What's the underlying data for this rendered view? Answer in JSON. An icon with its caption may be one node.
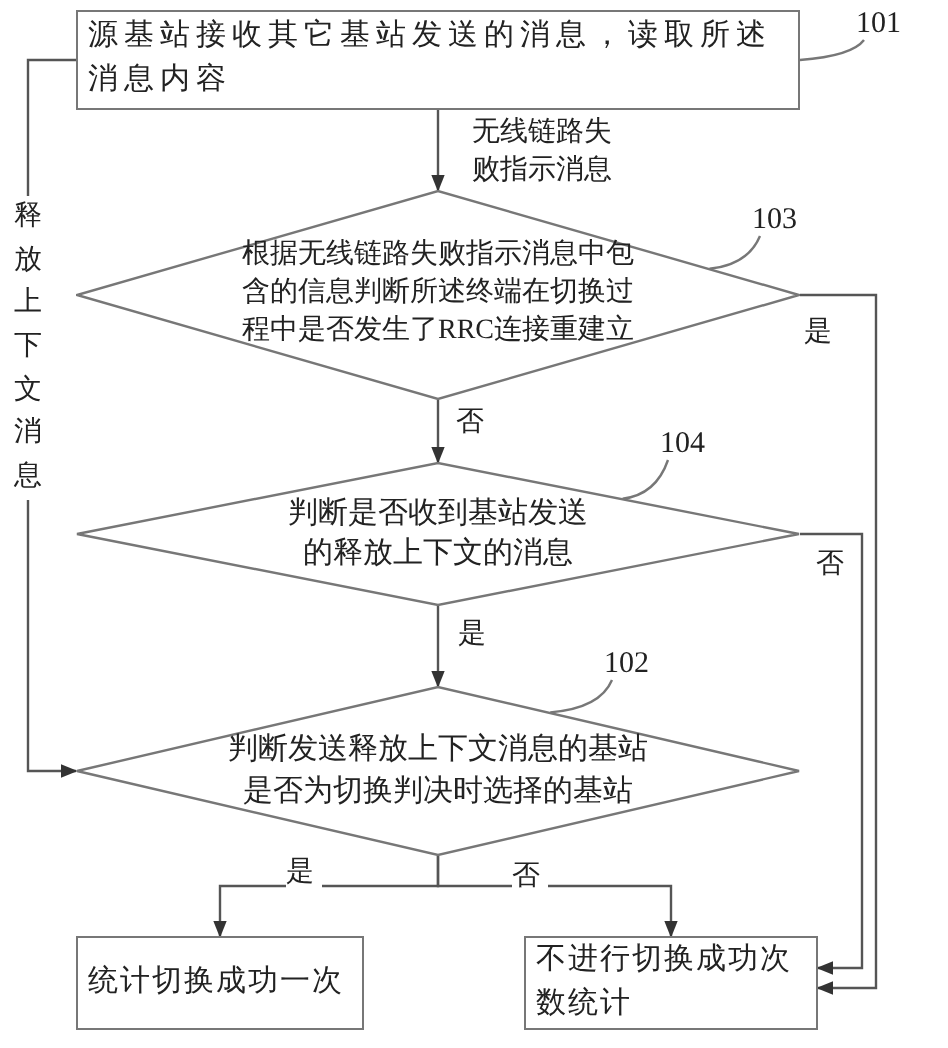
{
  "diagram": {
    "nodes": [
      {
        "text": [
          "源基站接收其它基站发送的消息，读取所述消息内容"
        ]
      },
      {
        "text": [
          "根据无线链路失败指示消息中包含的信息判断所述终端在切换过程中是否发生了RRC连接重建立"
        ]
      },
      {
        "text": [
          "判断是否收到基站发送的释放上下文的消息"
        ]
      },
      {
        "text": [
          "判断发送释放上下文消息的基站是否为切换判决时选择的基站"
        ]
      },
      {
        "text": [
          "统计切换成功一次"
        ]
      },
      {
        "text": [
          "不进行切换成功次数统计"
        ]
      },
      {
        "text": [
          "101"
        ]
      },
      {
        "text": [
          "103"
        ]
      },
      {
        "text": [
          "104"
        ]
      },
      {
        "text": [
          "102"
        ]
      }
    ],
    "edges": [
      {
        "from": 0,
        "to": 1,
        "arrow": "to",
        "label": "无线链路失败指示消息"
      },
      {
        "from": 0,
        "to": 3,
        "arrow": "to",
        "label": "释放上下文消息"
      },
      {
        "from": 1,
        "to": 2,
        "arrow": "to",
        "label": "否"
      },
      {
        "from": 1,
        "to": 5,
        "arrow": "to",
        "label": "是"
      },
      {
        "from": 2,
        "to": 3,
        "arrow": "to",
        "label": "是"
      },
      {
        "from": 2,
        "to": 5,
        "arrow": "to",
        "label": "否"
      },
      {
        "from": 3,
        "to": 4,
        "arrow": "to",
        "label": "是"
      },
      {
        "from": 3,
        "to": 5,
        "arrow": "to",
        "label": "否"
      },
      {
        "from": 6,
        "to": 0,
        "arrow": "none"
      },
      {
        "from": 7,
        "to": 1,
        "arrow": "none"
      },
      {
        "from": 8,
        "to": 2,
        "arrow": "none"
      },
      {
        "from": 9,
        "to": 3,
        "arrow": "none"
      }
    ]
  }
}
